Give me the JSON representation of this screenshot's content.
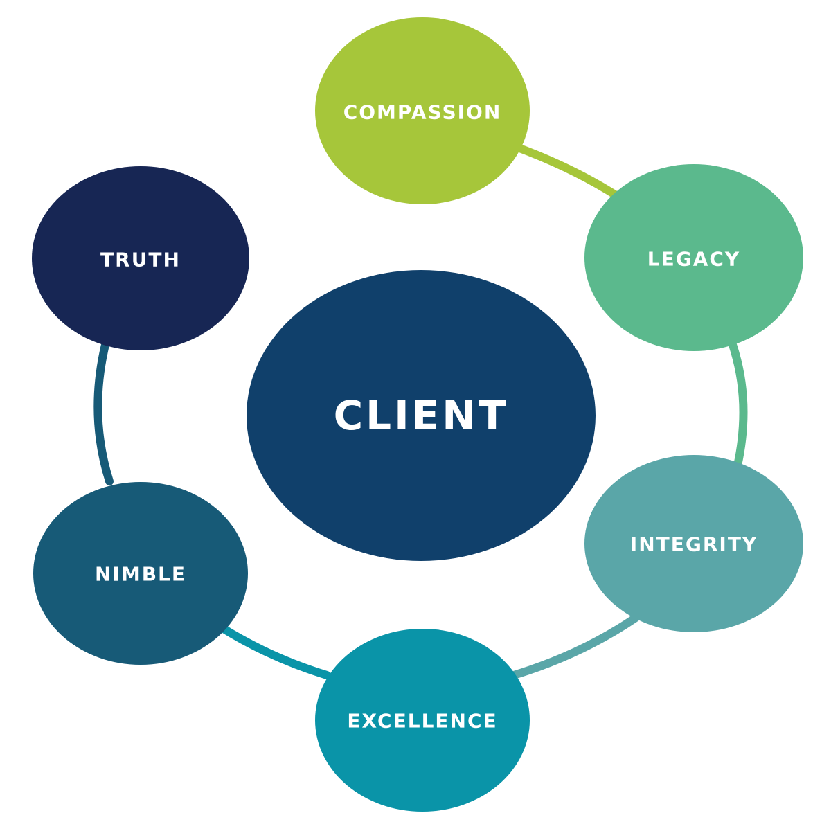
{
  "diagram": {
    "center": {
      "label": "CLIENT",
      "color": "#10406b"
    },
    "nodes": [
      {
        "id": "compassion",
        "label": "COMPASSION",
        "color": "#a6c63a"
      },
      {
        "id": "legacy",
        "label": "LEGACY",
        "color": "#5bb98d"
      },
      {
        "id": "integrity",
        "label": "INTEGRITY",
        "color": "#5aa6a8"
      },
      {
        "id": "excellence",
        "label": "EXCELLENCE",
        "color": "#0a94a8"
      },
      {
        "id": "nimble",
        "label": "NIMBLE",
        "color": "#175a77"
      },
      {
        "id": "truth",
        "label": "TRUTH",
        "color": "#172654"
      }
    ],
    "connectors": [
      {
        "from": "compassion",
        "to": "legacy",
        "color": "#a6c63a"
      },
      {
        "from": "legacy",
        "to": "integrity",
        "color": "#5bb98d"
      },
      {
        "from": "integrity",
        "to": "excellence",
        "color": "#5aa6a8"
      },
      {
        "from": "excellence",
        "to": "nimble",
        "color": "#0a94a8"
      },
      {
        "from": "nimble",
        "to": "truth",
        "color": "#175a77"
      }
    ]
  }
}
